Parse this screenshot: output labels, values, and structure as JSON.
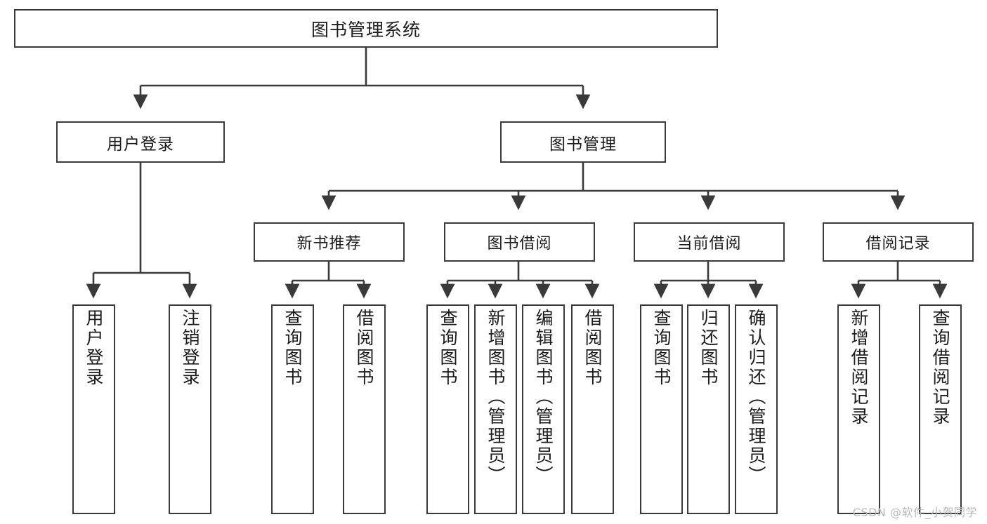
{
  "diagram": {
    "title": "图书管理系统",
    "watermark": "CSDN @软件_小贺同学",
    "root": {
      "label": "图书管理系统"
    },
    "level1": [
      {
        "id": "user-login",
        "label": "用户登录"
      },
      {
        "id": "book-management",
        "label": "图书管理"
      }
    ],
    "level2": [
      {
        "id": "new-book-recommend",
        "label": "新书推荐",
        "parent": "book-management"
      },
      {
        "id": "book-borrow",
        "label": "图书借阅",
        "parent": "book-management"
      },
      {
        "id": "current-borrow",
        "label": "当前借阅",
        "parent": "book-management"
      },
      {
        "id": "borrow-record",
        "label": "借阅记录",
        "parent": "book-management"
      }
    ],
    "leaves": [
      {
        "id": "leaf-user-login",
        "label": "用户登录",
        "parent": "user-login"
      },
      {
        "id": "leaf-logout-login",
        "label": "注销登录",
        "parent": "user-login"
      },
      {
        "id": "leaf-query-book-1",
        "label": "查询图书",
        "parent": "new-book-recommend"
      },
      {
        "id": "leaf-borrow-book-1",
        "label": "借阅图书",
        "parent": "new-book-recommend"
      },
      {
        "id": "leaf-query-book-2",
        "label": "查询图书",
        "parent": "book-borrow"
      },
      {
        "id": "leaf-add-book",
        "label": "新增图书（管理员）",
        "parent": "book-borrow"
      },
      {
        "id": "leaf-edit-book",
        "label": "编辑图书（管理员）",
        "parent": "book-borrow"
      },
      {
        "id": "leaf-borrow-book-2",
        "label": "借阅图书",
        "parent": "book-borrow"
      },
      {
        "id": "leaf-query-book-3",
        "label": "查询图书",
        "parent": "current-borrow"
      },
      {
        "id": "leaf-return-book",
        "label": "归还图书",
        "parent": "current-borrow"
      },
      {
        "id": "leaf-confirm-return",
        "label": "确认归还（管理员）",
        "parent": "current-borrow"
      },
      {
        "id": "leaf-add-record",
        "label": "新增借阅记录",
        "parent": "borrow-record"
      },
      {
        "id": "leaf-query-record",
        "label": "查询借阅记录",
        "parent": "borrow-record"
      }
    ],
    "colors": {
      "stroke": "#3a3a3a",
      "text": "#1b1b1b",
      "background": "#ffffff",
      "watermark": "#b9b9b9"
    }
  }
}
